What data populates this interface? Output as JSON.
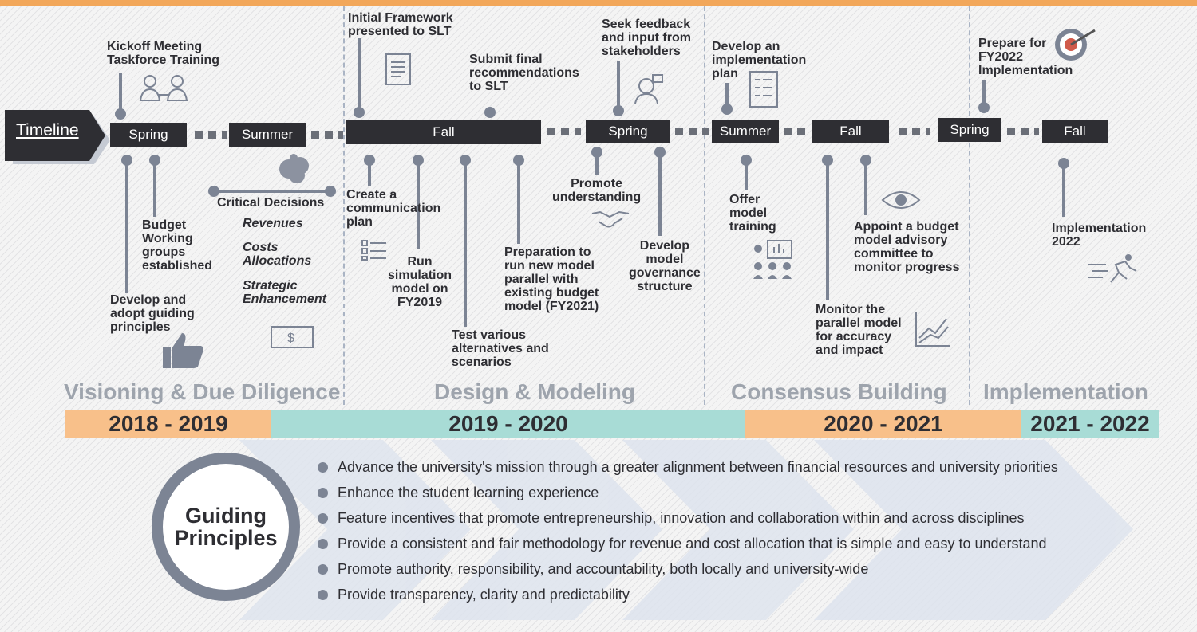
{
  "timeline_label": "Timeline",
  "seasons": [
    "Spring",
    "Summer",
    "Fall",
    "Spring",
    "Summer",
    "Fall",
    "Spring",
    "Fall"
  ],
  "events": {
    "kickoff": "Kickoff Meeting\nTaskforce Training",
    "budget_groups": "Budget\nWorking\ngroups\nestablished",
    "guiding": "Develop and\nadopt guiding\nprinciples",
    "critical": "Critical Decisions",
    "revenues": "Revenues",
    "costs": "Costs\nAllocations",
    "strategic": "Strategic\nEnhancement",
    "initial": "Initial Framework\npresented to SLT",
    "submit": "Submit final\nrecommendations\nto SLT",
    "comm": "Create a\ncommunication\nplan",
    "run_sim": "Run\nsimulation\nmodel on\nFY2019",
    "test": "Test various\nalternatives and\nscenarios",
    "prep": "Preparation to\nrun new model\nparallel with\nexisting budget\nmodel (FY2021)",
    "seek": "Seek feedback\nand input from\nstakeholders",
    "promote": "Promote\nunderstanding",
    "governance": "Develop\nmodel\ngovernance\nstructure",
    "impl_plan": "Develop an\nimplementation\nplan",
    "offer": "Offer\nmodel\ntraining",
    "monitor": "Monitor the\nparallel model\nfor accuracy\nand impact",
    "appoint": "Appoint a budget\nmodel advisory\ncommittee to\nmonitor progress",
    "prepare": "Prepare for\nFY2022\nImplementation",
    "impl2022": "Implementation\n2022"
  },
  "phases": [
    "Visioning & Due Diligence",
    "Design & Modeling",
    "Consensus Building",
    "Implementation"
  ],
  "years": [
    "2018 - 2019",
    "2019 - 2020",
    "2020 - 2021",
    "2021 - 2022"
  ],
  "colors": {
    "orange": "#f8c08a",
    "teal": "#a8dcd6",
    "dark": "#2e2e33",
    "gray": "#7c8494",
    "accent": "#f2a75a"
  },
  "guiding_principles": {
    "title": "Guiding\nPrinciples",
    "items": [
      "Advance the university's mission through a  greater alignment between financial resources and university priorities",
      "Enhance the student learning experience",
      "Feature incentives that promote entrepreneurship, innovation and collaboration within and across disciplines",
      "Provide a consistent and fair methodology for revenue and cost allocation that is simple and easy to understand",
      "Promote authority, responsibility, and accountability, both locally and university-wide",
      "Provide transparency, clarity and predictability"
    ]
  },
  "icons": [
    "meeting-icon",
    "clipboard-icon",
    "feedback-icon",
    "checklist-icon",
    "target-icon",
    "cloud-icon",
    "thumbs-up-icon",
    "money-icon",
    "list-icon",
    "handshake-icon",
    "presentation-icon",
    "eye-icon",
    "chart-icon",
    "runner-icon"
  ]
}
